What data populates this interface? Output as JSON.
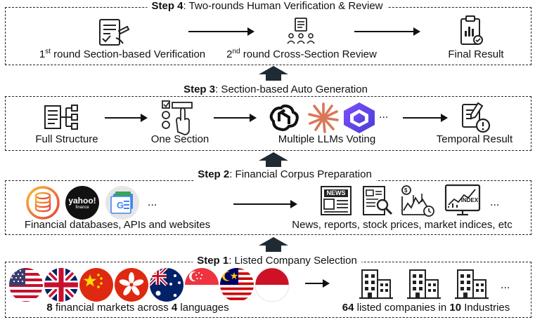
{
  "step4": {
    "prefix": "Step 4",
    "title": ": Two-rounds Human Verification & Review",
    "item1_pre": "1",
    "item1_sup": "st",
    "item1_post": " round Section-based Verification",
    "item2_pre": "2",
    "item2_sup": "nd",
    "item2_post": " round Cross-Section Review",
    "item3": "Final Result"
  },
  "step3": {
    "prefix": "Step 3",
    "title": ": Section-based Auto Generation",
    "item1": "Full Structure",
    "item2": "One Section",
    "item3": "Multiple LLMs Voting",
    "item4": "Temporal Result",
    "ellipsis": "..."
  },
  "step2": {
    "prefix": "Step 2",
    "title": ": Financial Corpus Preparation",
    "left_label": "Financial databases, APIs and websites",
    "right_label": "News, reports, stock prices, market indices, etc",
    "yahoo_text": "yahoo!",
    "yahoo_sub": "finance",
    "news_text": "NEWS",
    "index_text": "INDEX",
    "ellipsis": "..."
  },
  "step1": {
    "prefix": "Step 1",
    "title": ": Listed Company Selection",
    "left_num1": "8",
    "left_mid": " financial markets across ",
    "left_num2": "4",
    "left_post": " languages",
    "right_num1": "64",
    "right_mid": " listed companies in ",
    "right_num2": "10",
    "right_post": " Industries",
    "ellipsis": "..."
  },
  "icons": {
    "flags": [
      "us-flag-icon",
      "uk-flag-icon",
      "china-flag-icon",
      "hong-kong-flag-icon",
      "australia-flag-icon",
      "singapore-flag-icon",
      "malaysia-flag-icon",
      "indonesia-flag-icon"
    ],
    "llms": [
      "openai-icon",
      "claude-icon",
      "qwen-icon"
    ]
  }
}
